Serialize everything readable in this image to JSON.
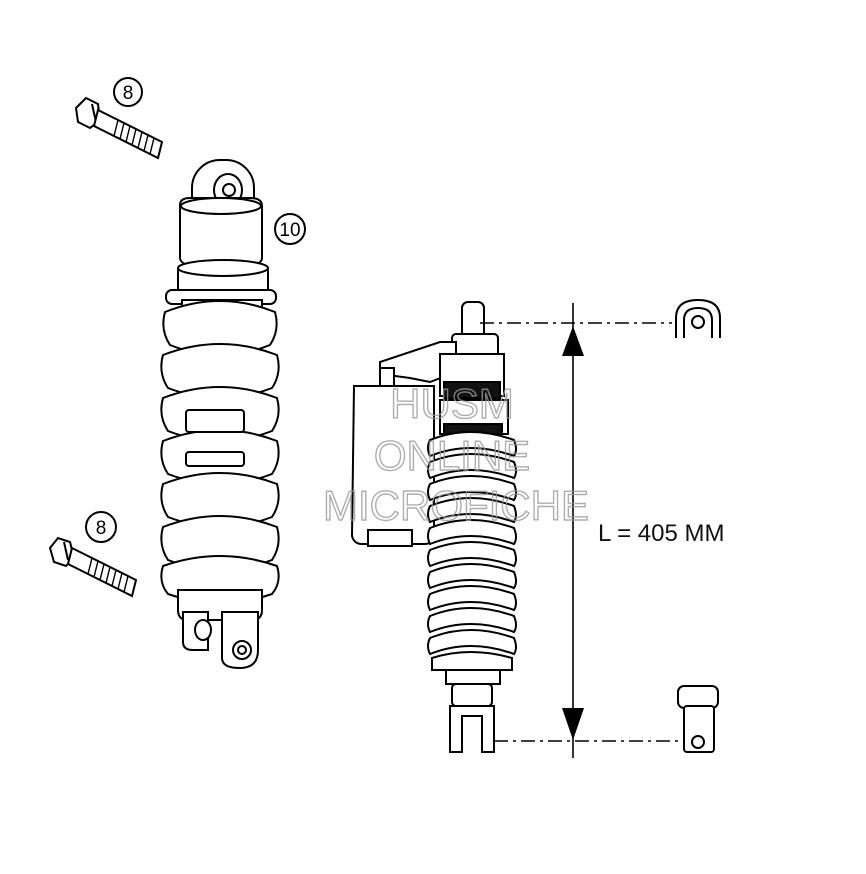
{
  "callouts": {
    "bolt_top": "8",
    "shock_top": "10",
    "bolt_bottom": "8"
  },
  "dimension": {
    "label": "L = 405 MM"
  },
  "watermark": {
    "line1": "HUSM",
    "line2": "ONLINE",
    "line3": "MICROFICHE"
  },
  "colors": {
    "line": "#000000",
    "background": "#ffffff",
    "watermark": "#9a9a9a"
  }
}
